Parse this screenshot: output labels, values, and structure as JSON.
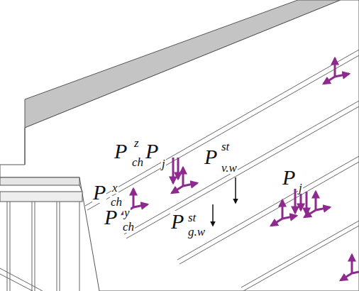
{
  "diagram": {
    "labels": [
      "P",
      "ch",
      "z",
      "P",
      "j",
      "P",
      "v.w",
      "st",
      "P",
      "ch",
      "x",
      "P",
      "ch",
      "y",
      "P",
      "g.w",
      "st",
      "P",
      "j"
    ]
  }
}
